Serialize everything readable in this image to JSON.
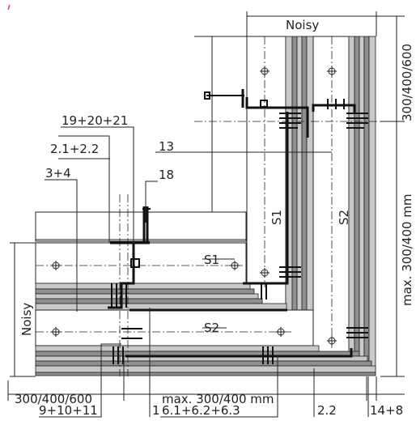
{
  "labels": {
    "noisy_top": "Noisy",
    "noisy_left": "Noisy",
    "dim_right_top": "300/400/600",
    "dim_right_mid": "max. 300/400 mm",
    "dim_bottom_left": "300/400/600",
    "dim_bottom_mid": "max. 300/400 mm",
    "s1_vertical": "S1",
    "s2_vertical": "S2",
    "s1_horizontal": "S1",
    "s2_horizontal": "S2",
    "l_19_20_21": "19+20+21",
    "l_2_1_2_2": "2.1+2.2",
    "l_13": "13",
    "l_3_4": "3+4",
    "l_18": "18",
    "l_9_10_11": "9+10+11",
    "l_1": "1",
    "l_6": "6.1+6.2+6.3",
    "l_2_2": "2.2",
    "l_14_8": "14+8"
  },
  "colors": {
    "board": "#8f8f8f",
    "board_light": "#c9c9c9",
    "line": "#222222",
    "mark": "#e0457b"
  }
}
